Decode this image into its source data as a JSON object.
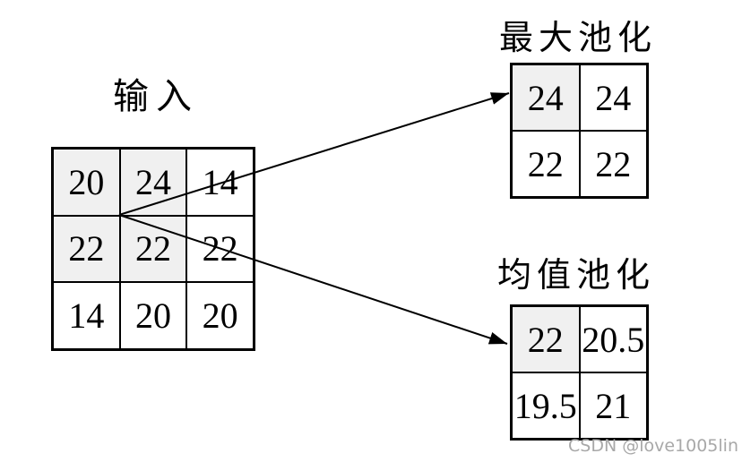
{
  "figure": {
    "input": {
      "title": "输入",
      "cells": [
        [
          "20",
          "24",
          "14"
        ],
        [
          "22",
          "22",
          "22"
        ],
        [
          "14",
          "20",
          "20"
        ]
      ],
      "highlighted_window": "top-left 2x2"
    },
    "max_pool": {
      "title": "最大池化",
      "cells": [
        [
          "24",
          "24"
        ],
        [
          "22",
          "22"
        ]
      ],
      "highlighted_cell": "top-left"
    },
    "avg_pool": {
      "title": "均值池化",
      "cells": [
        [
          "22",
          "20.5"
        ],
        [
          "19.5",
          "21"
        ]
      ],
      "highlighted_cell": "top-left"
    }
  },
  "watermark": "CSDN @love1005lin",
  "colors": {
    "background": "#ffffff",
    "border": "#000000",
    "highlight_fill": "#f0f0f0",
    "arrow": "#000000",
    "watermark_text": "#a8a8a8"
  }
}
